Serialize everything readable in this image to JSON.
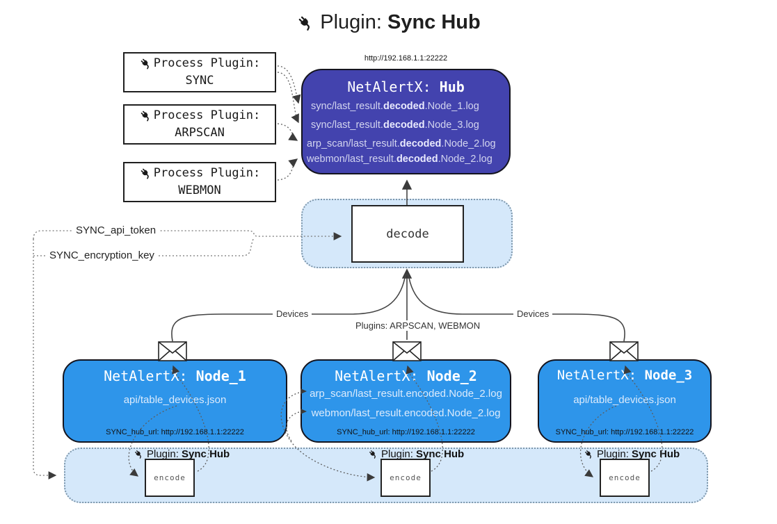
{
  "title": {
    "prefix": "Plugin: ",
    "bold": "Sync Hub"
  },
  "hub": {
    "url": "http://192.168.1.1:22222",
    "title_prefix": "NetAlertX: ",
    "title_bold": "Hub",
    "lines": [
      {
        "prefix": "sync/last_result.",
        "bold": "decoded",
        "suffix": ".Node_1.log"
      },
      {
        "prefix": "sync/last_result.",
        "bold": "decoded",
        "suffix": ".Node_3.log"
      },
      {
        "prefix": "arp_scan/last_result.",
        "bold": "decoded",
        "suffix": ".Node_2.log"
      },
      {
        "prefix": "webmon/last_result.",
        "bold": "decoded",
        "suffix": ".Node_2.log"
      }
    ]
  },
  "process_plugins": [
    {
      "label": "Process Plugin:",
      "name": "SYNC"
    },
    {
      "label": "Process Plugin:",
      "name": "ARPSCAN"
    },
    {
      "label": "Process Plugin:",
      "name": "WEBMON"
    }
  ],
  "decode": {
    "label": "decode"
  },
  "tokens": {
    "api_token": "SYNC_api_token",
    "encryption_key": "SYNC_encryption_key"
  },
  "edges": {
    "devices_left": "Devices",
    "devices_right": "Devices",
    "plugins": "Plugins: ARPSCAN, WEBMON"
  },
  "nodes": [
    {
      "title_prefix": "NetAlertX: ",
      "title_bold": "Node_1",
      "files": [
        "api/table_devices.json"
      ],
      "hub_url": "SYNC_hub_url: http://192.168.1.1:22222"
    },
    {
      "title_prefix": "NetAlertX: ",
      "title_bold": "Node_2",
      "files": [
        "arp_scan/last_result.encoded.Node_2.log",
        "webmon/last_result.encoded.Node_2.log"
      ],
      "hub_url": "SYNC_hub_url: http://192.168.1.1:22222"
    },
    {
      "title_prefix": "NetAlertX: ",
      "title_bold": "Node_3",
      "files": [
        "api/table_devices.json"
      ],
      "hub_url": "SYNC_hub_url: http://192.168.1.1:22222"
    }
  ],
  "encoders": [
    {
      "plugin_prefix": "Plugin: ",
      "plugin_bold": "Sync Hub",
      "label": "encode"
    },
    {
      "plugin_prefix": "Plugin: ",
      "plugin_bold": "Sync Hub",
      "label": "encode"
    },
    {
      "plugin_prefix": "Plugin: ",
      "plugin_bold": "Sync Hub",
      "label": "encode"
    }
  ],
  "colors": {
    "hub_fill": "#4343ae",
    "node_fill": "#2e95ea",
    "panel_fill": "#d5e8fa",
    "panel_border": "#7d96aa",
    "line_dark": "#444444",
    "hub_text": "#d3d5ef"
  }
}
